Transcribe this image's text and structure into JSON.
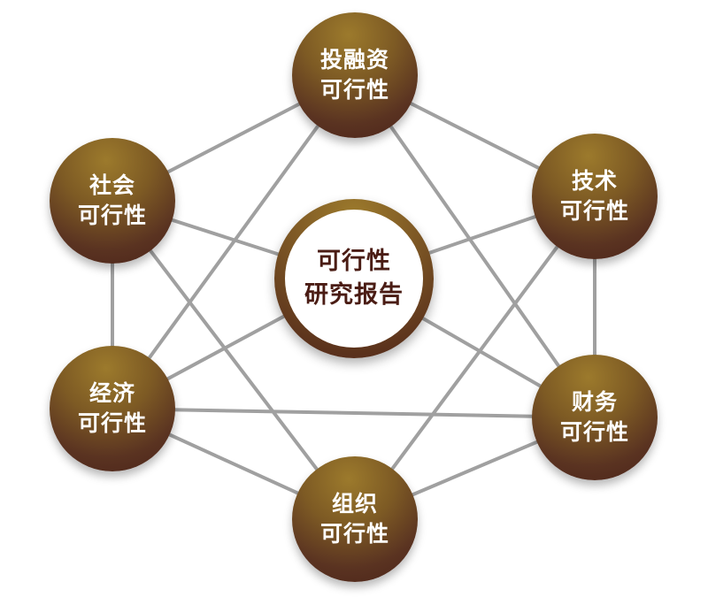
{
  "center": {
    "line1": "可行性",
    "line2": "研究报告"
  },
  "nodes": {
    "investment": {
      "line1": "投融资",
      "line2": "可行性"
    },
    "technology": {
      "line1": "技术",
      "line2": "可行性"
    },
    "finance": {
      "line1": "财务",
      "line2": "可行性"
    },
    "organization": {
      "line1": "组织",
      "line2": "可行性"
    },
    "economy": {
      "line1": "经济",
      "line2": "可行性"
    },
    "society": {
      "line1": "社会",
      "line2": "可行性"
    }
  },
  "colors": {
    "node_top": "#9c7a2c",
    "node_bottom": "#4a2219",
    "connector": "#a0a0a0",
    "center_text": "#4a1c14"
  }
}
